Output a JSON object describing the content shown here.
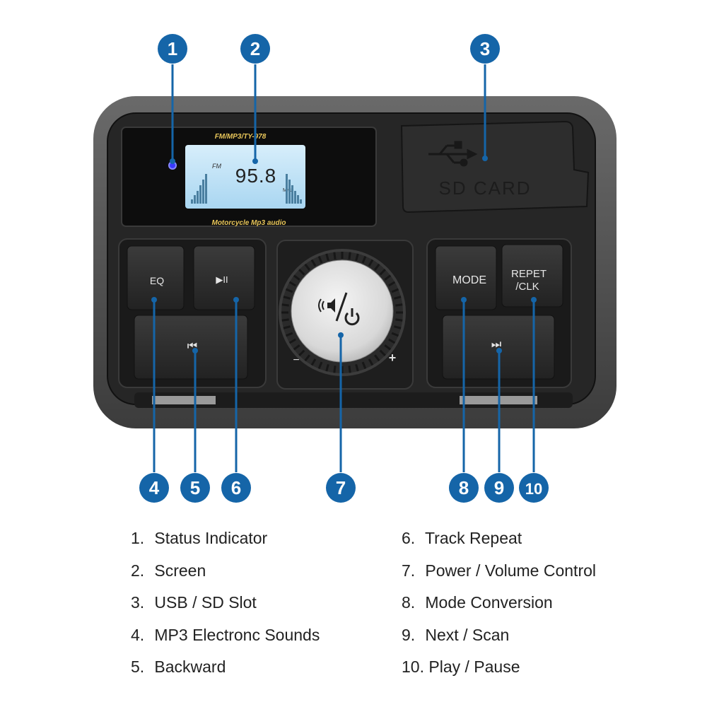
{
  "device": {
    "brand_text": "FM/MP3/TY-978",
    "bottom_text": "Motorcycle Mp3 audio",
    "lcd_band": "FM",
    "lcd_frequency": "95.8",
    "lcd_unit": "MHz",
    "slot_text": "SD CARD",
    "buttons": {
      "eq": "EQ",
      "play_pause": "▶II",
      "previous": "⏮",
      "mode": "MODE",
      "repet_line1": "REPET",
      "repet_line2": "/CLK",
      "next": "⏭",
      "knob_minus": "−",
      "knob_plus": "+"
    },
    "colors": {
      "callout": "#1565a8",
      "body": "#2a2a2a",
      "bezel": "#555555",
      "lcd": "#bfe2f6",
      "indicator": "#3a3aff"
    }
  },
  "callouts": [
    {
      "n": "1"
    },
    {
      "n": "2"
    },
    {
      "n": "3"
    },
    {
      "n": "4"
    },
    {
      "n": "5"
    },
    {
      "n": "6"
    },
    {
      "n": "7"
    },
    {
      "n": "8"
    },
    {
      "n": "9"
    },
    {
      "n": "10"
    }
  ],
  "legend": {
    "left": [
      {
        "num": "1.",
        "text": "Status Indicator"
      },
      {
        "num": "2.",
        "text": "Screen"
      },
      {
        "num": "3.",
        "text": "USB / SD Slot"
      },
      {
        "num": "4.",
        "text": "MP3 Electronc Sounds"
      },
      {
        "num": "5.",
        "text": "Backward"
      }
    ],
    "right": [
      {
        "num": "6.",
        "text": "Track Repeat"
      },
      {
        "num": "7.",
        "text": "Power / Volume Control"
      },
      {
        "num": "8.",
        "text": "Mode Conversion"
      },
      {
        "num": "9.",
        "text": "Next / Scan"
      },
      {
        "num": "10.",
        "text": "Play / Pause"
      }
    ]
  }
}
